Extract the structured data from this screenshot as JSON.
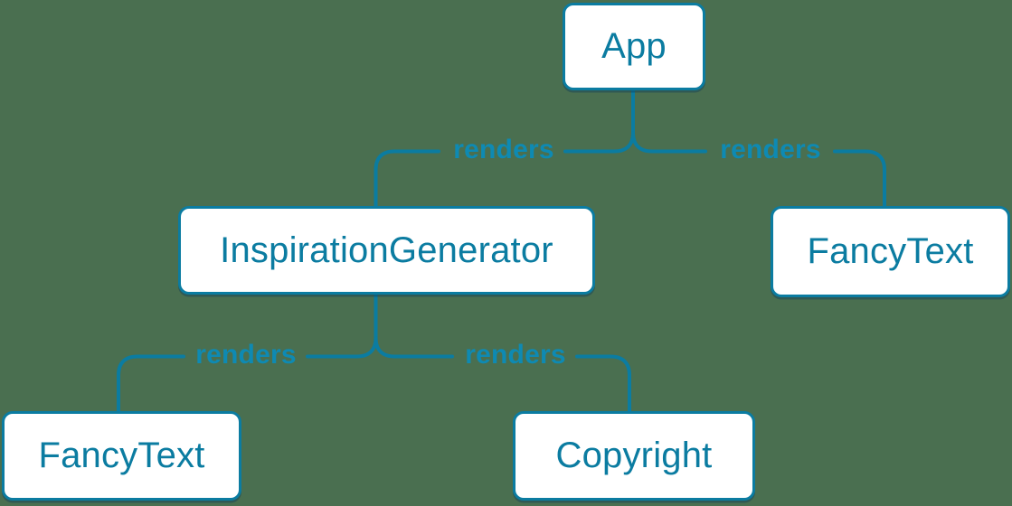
{
  "diagram": {
    "type": "component-render-tree",
    "colors": {
      "bg": "#4a6f50",
      "accent": "#0b7ca1",
      "label": "#0e8ab3",
      "box_bg": "#ffffff"
    },
    "nodes": [
      {
        "id": "app",
        "label": "App"
      },
      {
        "id": "inspiration-generator",
        "label": "InspirationGenerator"
      },
      {
        "id": "fancytext-right",
        "label": "FancyText"
      },
      {
        "id": "fancytext-left",
        "label": "FancyText"
      },
      {
        "id": "copyright",
        "label": "Copyright"
      }
    ],
    "edges": [
      {
        "from": "App",
        "to": "InspirationGenerator",
        "label": "renders"
      },
      {
        "from": "App",
        "to": "FancyText",
        "label": "renders"
      },
      {
        "from": "InspirationGenerator",
        "to": "FancyText",
        "label": "renders"
      },
      {
        "from": "InspirationGenerator",
        "to": "Copyright",
        "label": "renders"
      }
    ]
  }
}
